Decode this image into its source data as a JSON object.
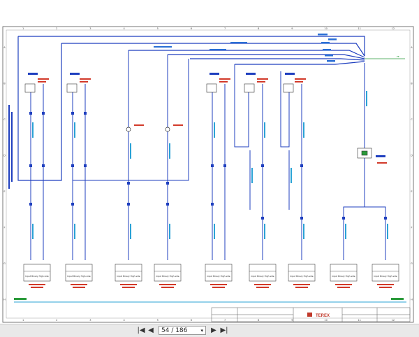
{
  "document": {
    "column_numbers": [
      "1",
      "2",
      "3",
      "4",
      "5",
      "6",
      "7",
      "8",
      "9",
      "10",
      "11",
      "12"
    ],
    "row_letters": [
      "A",
      "B",
      "C",
      "D",
      "E",
      "F",
      "G",
      "H"
    ],
    "brand": "TEREX",
    "wire_color": "#1f3fbf",
    "cable_label": "Input Binary High side",
    "unit_label": "Input Binary High side"
  },
  "viewer": {
    "page_display": "54 / 186",
    "first_icon": "first-page-icon",
    "prev_icon": "previous-page-icon",
    "next_icon": "next-page-icon",
    "last_icon": "last-page-icon",
    "dropdown_icon": "chevron-down-icon"
  }
}
